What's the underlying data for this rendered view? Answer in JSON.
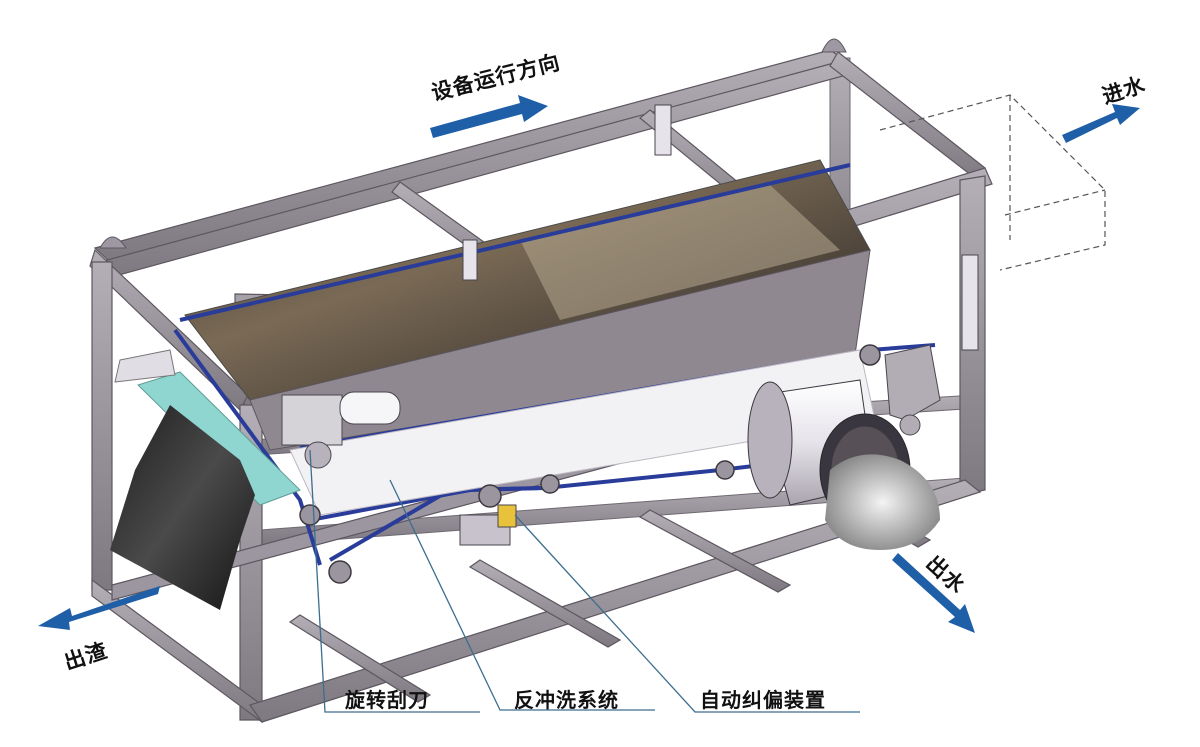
{
  "labels": {
    "direction": "设备运行方向",
    "water_in": "进水",
    "water_out": "出水",
    "slag_out": "出渣"
  },
  "callouts": [
    {
      "text": "旋转刮刀"
    },
    {
      "text": "反冲洗系统"
    },
    {
      "text": "自动纠偏装置"
    }
  ],
  "colors": {
    "arrow_blue": "#1f5fa8",
    "frame": "#8e8790",
    "frame_dark": "#5d5760",
    "belt": "#2a3c9a",
    "leader_line": "#3c6e8f",
    "screen_green": "#8fd6d0"
  }
}
